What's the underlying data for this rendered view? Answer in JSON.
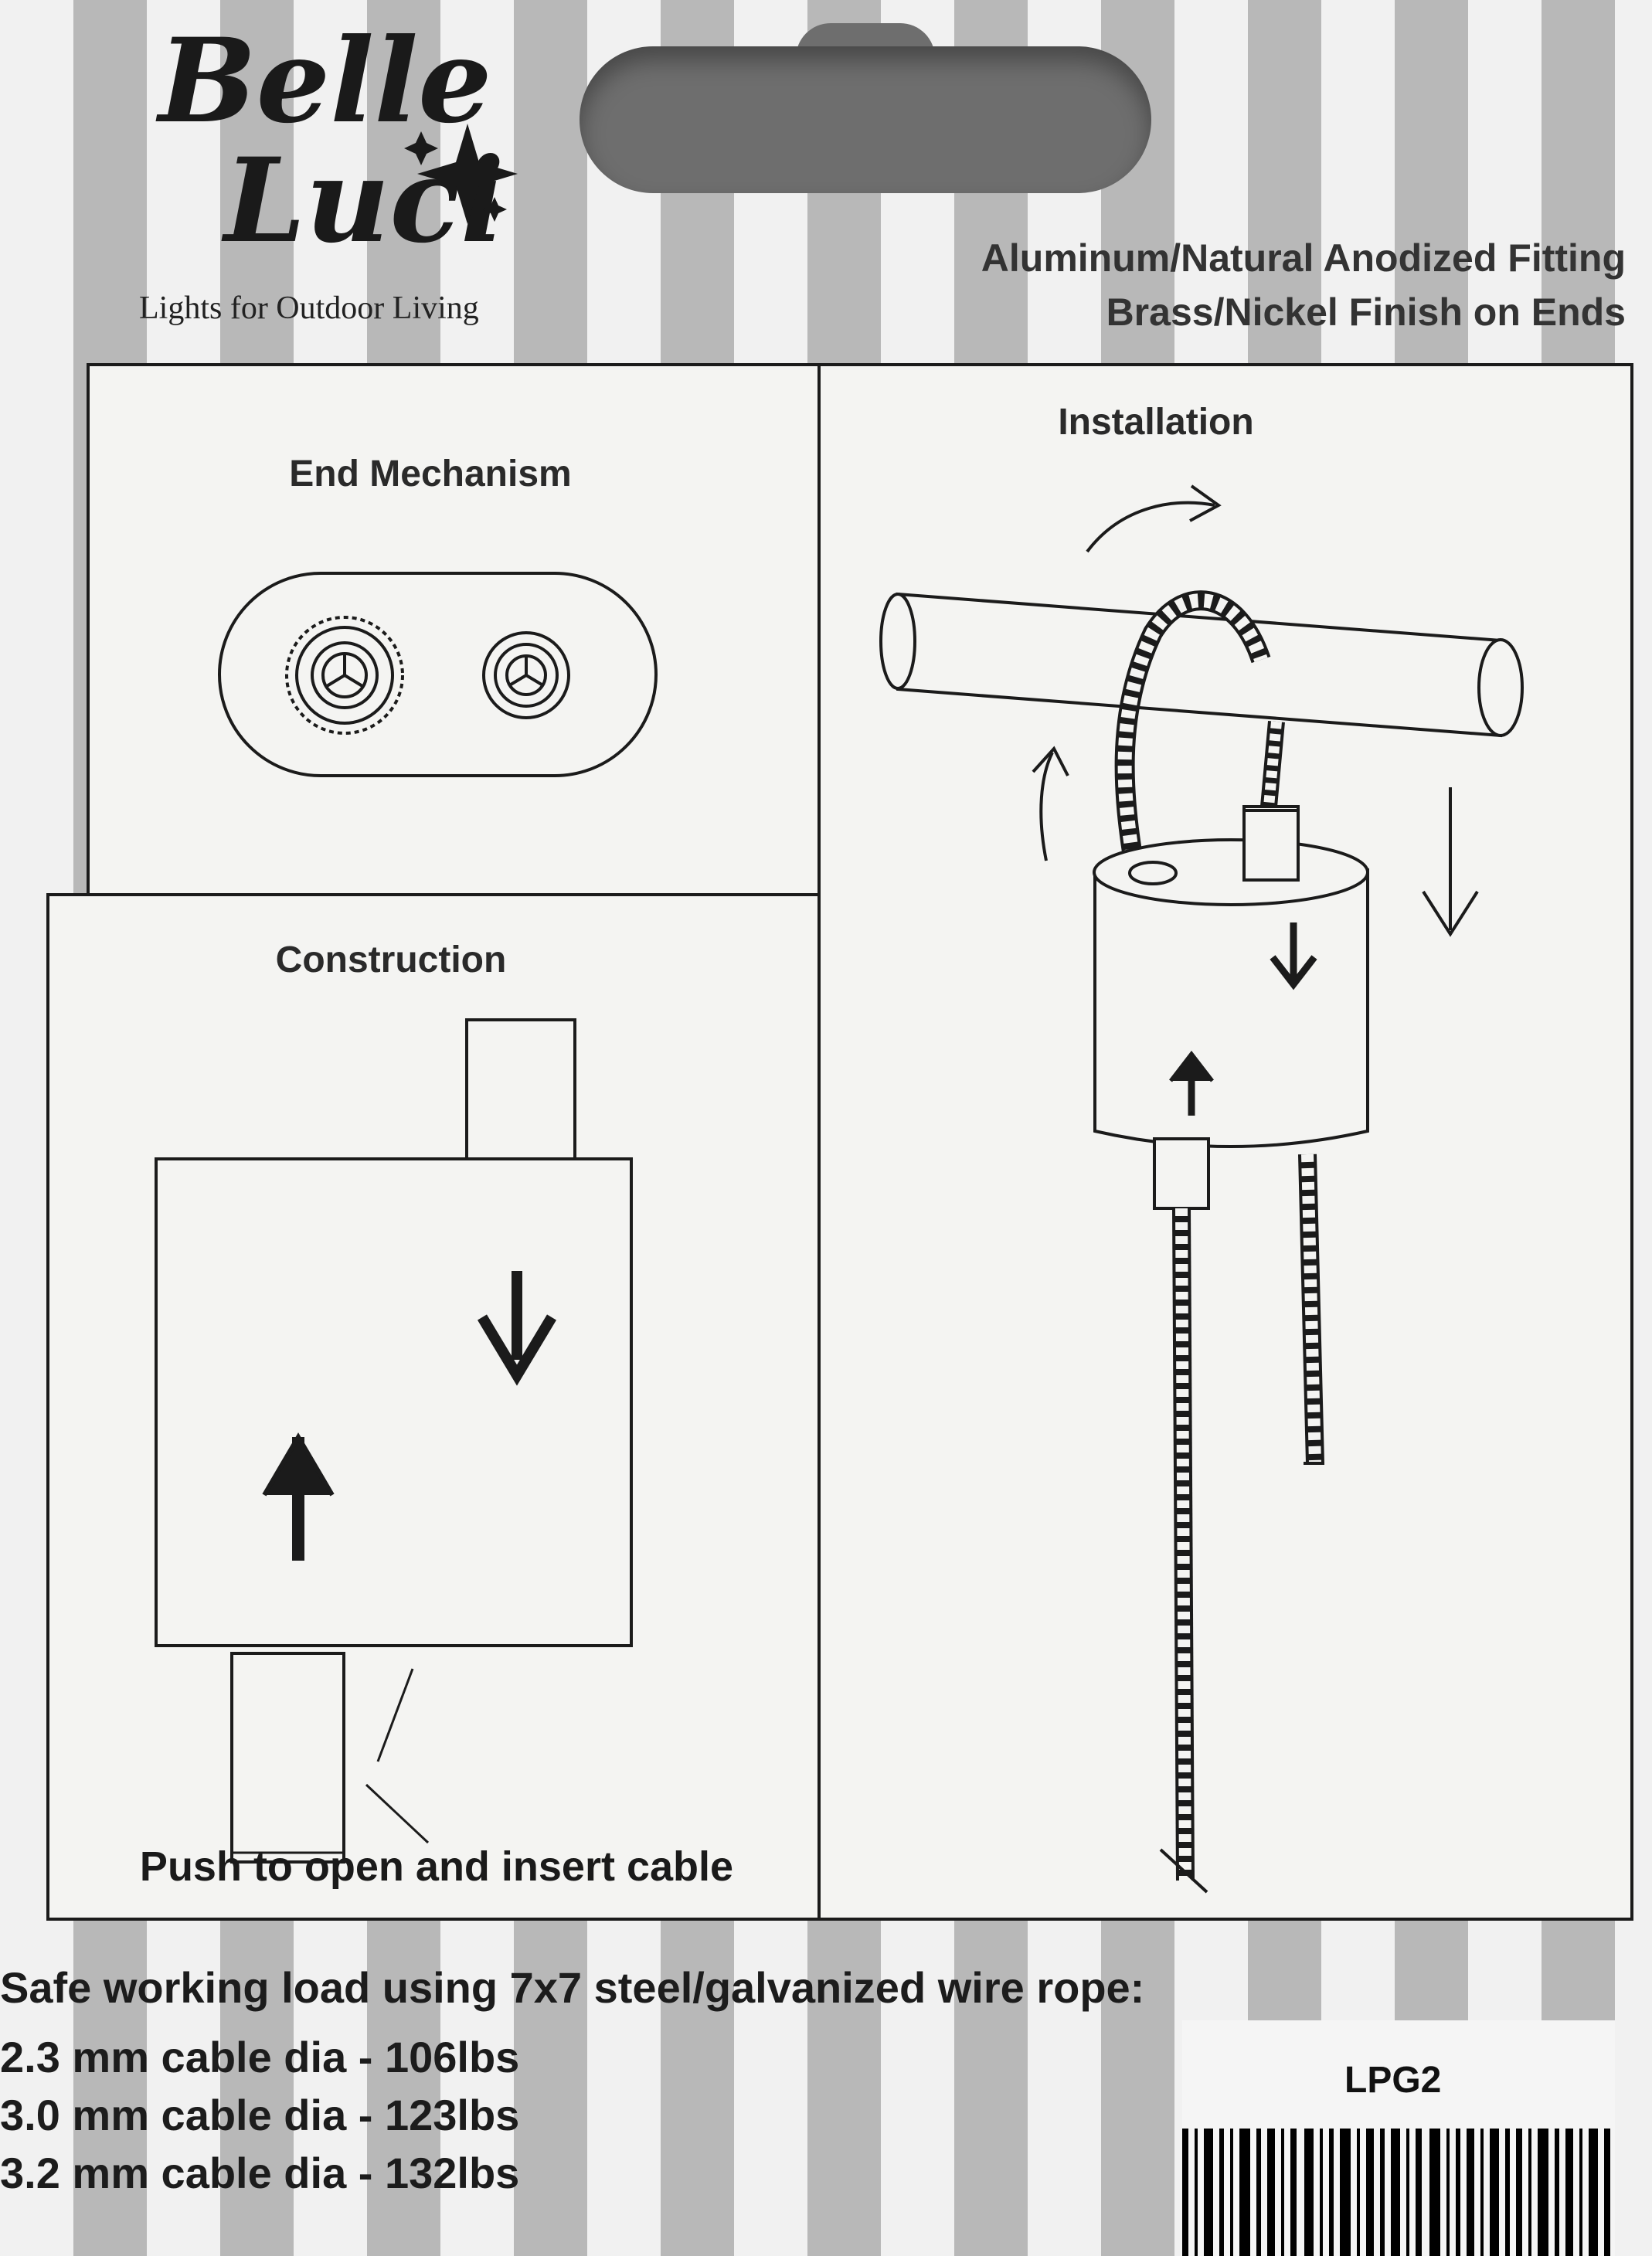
{
  "brand": {
    "name_line1": "Belle",
    "name_line2": "Luci",
    "tagline": "Lights for Outdoor Living"
  },
  "materials": [
    "Aluminum/Natural Anodized Fitting",
    "Brass/Nickel Finish on Ends"
  ],
  "panels": {
    "end_mechanism": {
      "title": "End Mechanism"
    },
    "construction": {
      "title": "Construction",
      "caption": "Push to open and insert cable"
    },
    "installation": {
      "title": "Installation"
    }
  },
  "specs": {
    "heading": "Safe working load using 7x7 steel/galvanized wire rope:",
    "rows": [
      "2.3 mm cable dia - 106lbs",
      "3.0 mm cable dia - 123lbs",
      "3.2 mm cable dia - 132lbs"
    ]
  },
  "product_code": "LPG2",
  "icons": [
    "sparkle-icon",
    "arrow-up-icon",
    "arrow-down-icon",
    "rotate-arrow-icon"
  ]
}
